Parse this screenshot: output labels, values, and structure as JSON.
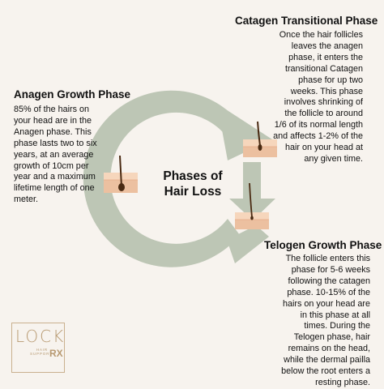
{
  "center_title": [
    "Phases of",
    "Hair Loss"
  ],
  "phases": {
    "catagen": {
      "title": "Catagen Transitional Phase",
      "lines": [
        "Once the hair follicles",
        "leaves the anagen",
        "phase, it enters the",
        "transitional Catagen",
        "phase for up two",
        "weeks. This phase",
        "involves shrinking of",
        "the follicle to around",
        "1/6 of its normal length",
        "and affects 1-2% of the",
        "hair on your head at",
        "any given time."
      ]
    },
    "anagen": {
      "title": "Anagen Growth Phase",
      "lines": [
        "85% of the hairs on",
        "your head are in the",
        "Anagen phase. This",
        "phase lasts two to six",
        "years, at an average",
        "growth of 10cm per",
        "year and a maximum",
        "lifetime length of one",
        "meter."
      ]
    },
    "telogen": {
      "title": "Telogen Growth Phase",
      "lines": [
        "The follicle enters this",
        "phase for 5-6 weeks",
        "following the catagen",
        "phase. 10-15% of the",
        "hairs on your head are",
        "in this phase at all",
        "times. During the",
        "Telogen phase, hair",
        "remains on the head,",
        "while the dermal pailla",
        "below the root enters a",
        "resting phase."
      ]
    }
  },
  "logo": {
    "word": "LOCK",
    "sub": [
      "Hair",
      "Support"
    ],
    "rx": "RX"
  },
  "colors": {
    "background": "#f7f3ee",
    "cycle": "#bdc6b5",
    "skin": "#f6d6bc",
    "skin_dark": "#ecc0a0",
    "hair": "#4a2a12",
    "logo": "#b89a72"
  }
}
